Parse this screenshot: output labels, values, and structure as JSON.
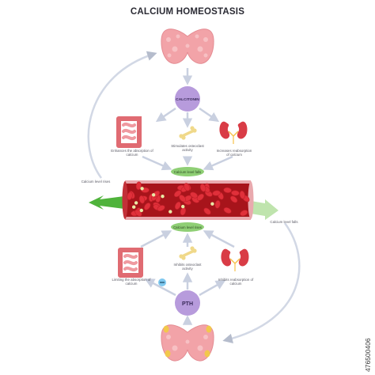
{
  "title": "CALCIUM HOMEOSTASIS",
  "nodes": {
    "calcitonin": "CALCITONIN",
    "pth": "PTH",
    "level_falls": "Calcium level falls",
    "level_rises": "Calcium level rises",
    "side_rises": "Calcium level rises",
    "side_falls": "Calcium level falls"
  },
  "captions": {
    "top_intestine": "Enhances the absorption of calcium",
    "top_bone": "Stimulates osteoclast activity",
    "top_kidney": "Increases reabsorption of calcium",
    "bottom_intestine": "Limiting the absorption of calcium",
    "bottom_bone": "Inhibits osteoclast activity",
    "bottom_kidney": "Inhibits reabsorption of calcium"
  },
  "watermark_id": "476500406",
  "colors": {
    "thyroid": "#f2a3a8",
    "calcitonin": "#b79bdc",
    "pth": "#b79bdc",
    "green_pill": "#8fcf75",
    "blood": "#a7141b",
    "rbc": "#e0303a",
    "arrow": "#c9d0e0",
    "green_arrow": "#4fb33b",
    "light_green_arrow": "#bfe4ad"
  }
}
